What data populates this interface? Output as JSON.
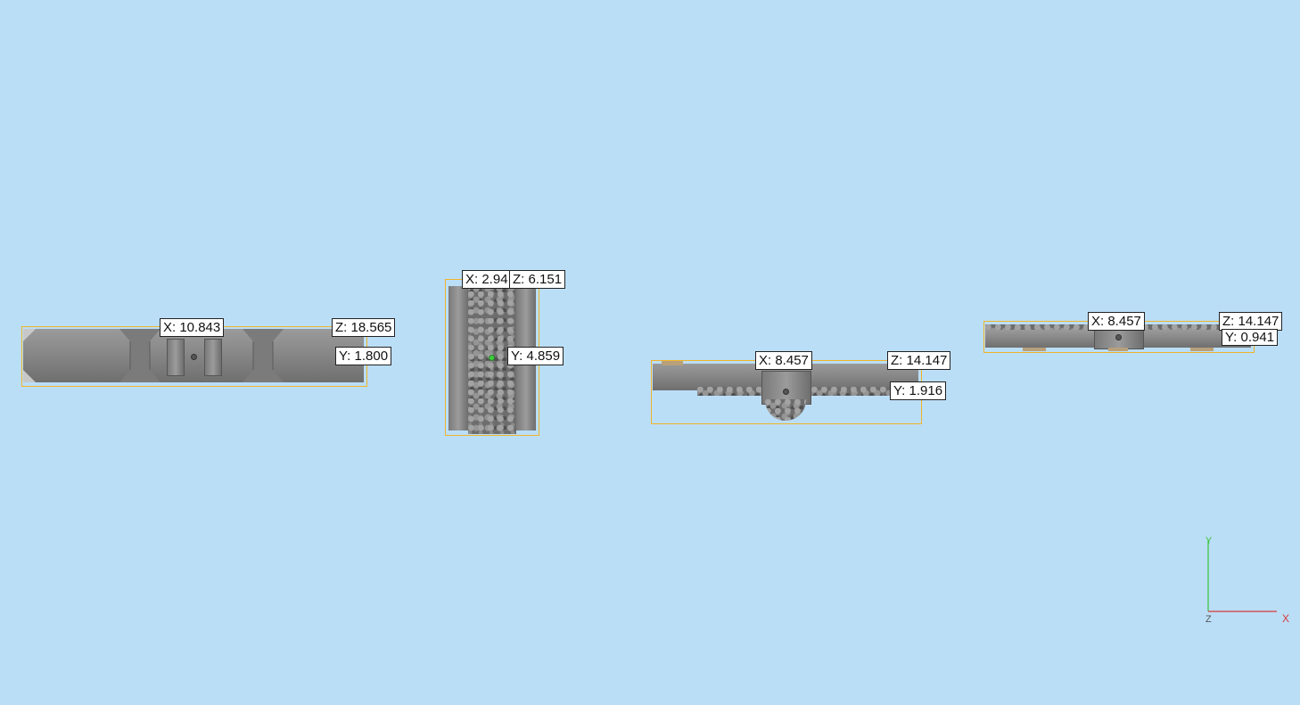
{
  "viewport": {
    "background_color": "#bbdef7",
    "bbox_color": "#f0b429",
    "models": [
      {
        "view": "front",
        "labels": {
          "x": "X: 10.843",
          "z": "Z: 18.565",
          "y": "Y: 1.800"
        }
      },
      {
        "view": "side",
        "labels": {
          "x": "X: 2.94",
          "z": "Z: 6.151",
          "y": "Y: 4.859"
        }
      },
      {
        "view": "perspective-low",
        "labels": {
          "x": "X: 8.457",
          "z": "Z: 14.147",
          "y": "Y: 1.916"
        }
      },
      {
        "view": "perspective-top",
        "labels": {
          "x": "X: 8.457",
          "z": "Z: 14.147",
          "y": "Y: 0.941"
        }
      }
    ]
  },
  "axis_gizmo": {
    "y_label": "Y",
    "x_label": "X",
    "z_label": "Z",
    "y_color": "#3cc43c",
    "x_color": "#d83a3a",
    "z_color": "#555555"
  }
}
